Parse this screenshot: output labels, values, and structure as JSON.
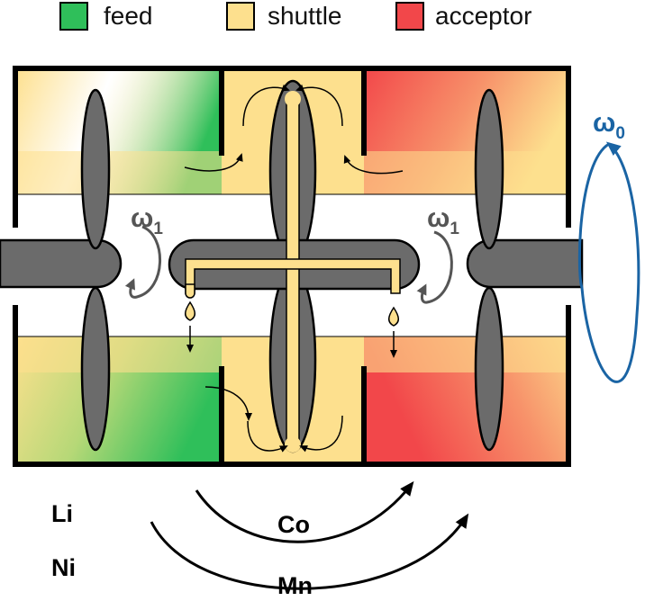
{
  "legend": {
    "feed": {
      "label": "feed",
      "color": "#2fbf5a"
    },
    "shuttle": {
      "label": "shuttle",
      "color": "#fde08e"
    },
    "acceptor": {
      "label": "acceptor",
      "color": "#f2474a"
    }
  },
  "rotation": {
    "outer": {
      "symbol": "ω",
      "subscript": "0",
      "color": "#1a64a4"
    },
    "inner": {
      "symbol": "ω",
      "subscript": "1",
      "color": "#555555"
    }
  },
  "elements": {
    "left_labels": [
      "Li",
      "Ni"
    ],
    "transferred": [
      "Co",
      "Mn"
    ]
  },
  "colors": {
    "impeller": "#6b6b6b",
    "outline": "#000000"
  }
}
